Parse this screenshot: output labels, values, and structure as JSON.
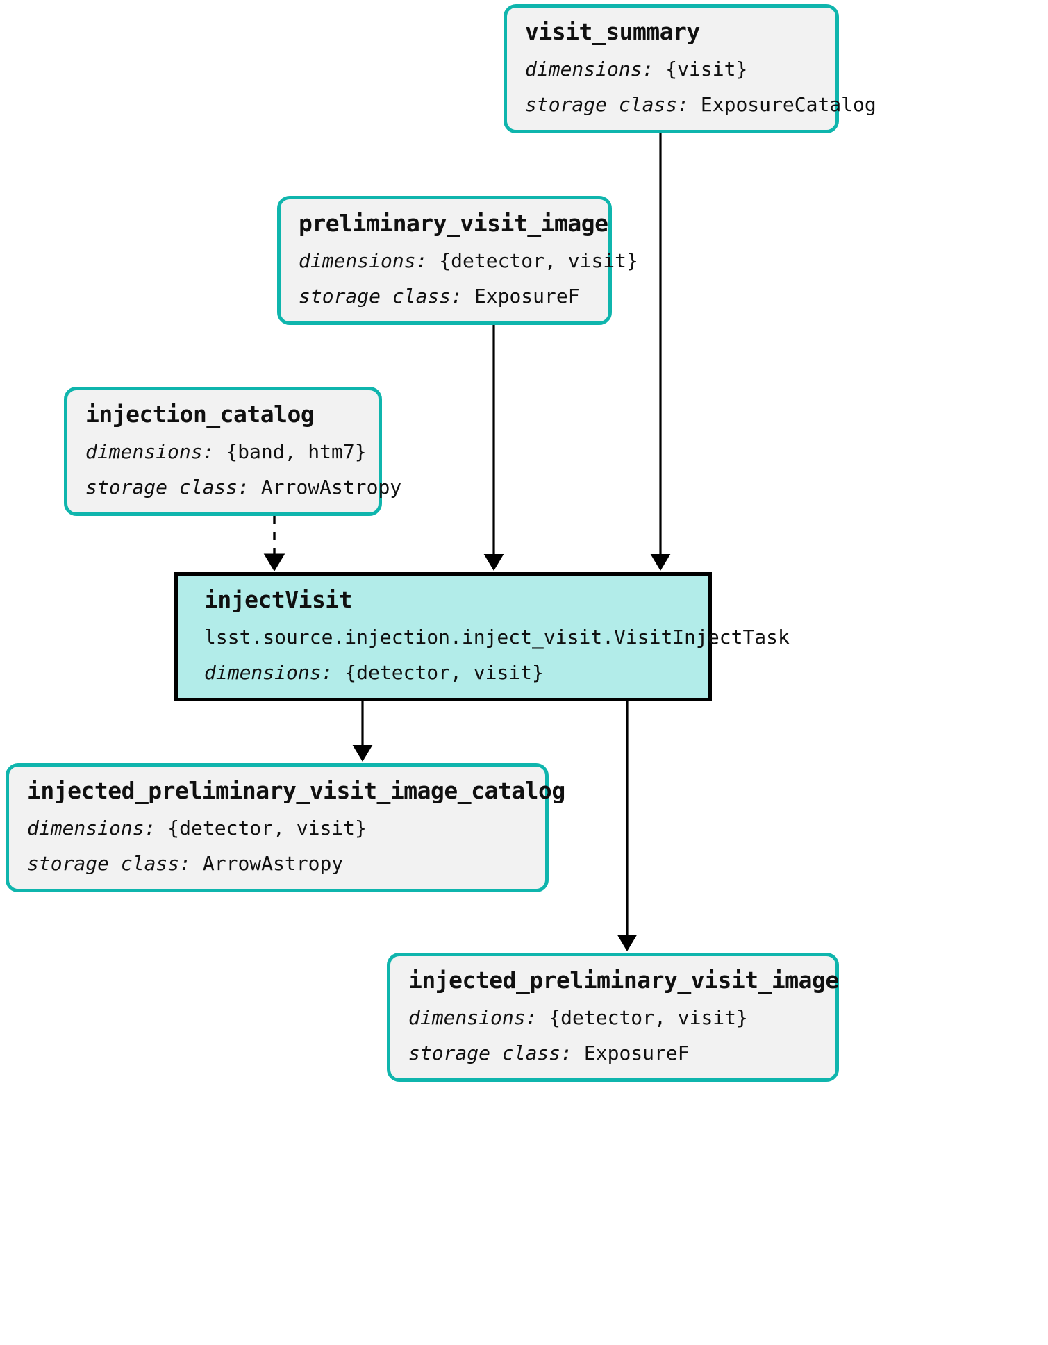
{
  "diagram": {
    "type": "pipeline-dag",
    "colors": {
      "dataset_border": "#0fb5ad",
      "dataset_fill": "#f2f2f2",
      "task_fill": "#b2ece9",
      "task_border": "#000000",
      "edge": "#000000",
      "background": "#ffffff"
    },
    "labels": {
      "dimensions_key": "dimensions:",
      "storage_class_key": "storage class:"
    },
    "nodes": [
      {
        "id": "visit_summary",
        "kind": "dataset",
        "title": "visit_summary",
        "dimensions": "{visit}",
        "storage_class": "ExposureCatalog"
      },
      {
        "id": "preliminary_visit_image",
        "kind": "dataset",
        "title": "preliminary_visit_image",
        "dimensions": "{detector, visit}",
        "storage_class": "ExposureF"
      },
      {
        "id": "injection_catalog",
        "kind": "dataset",
        "title": "injection_catalog",
        "dimensions": "{band, htm7}",
        "storage_class": "ArrowAstropy"
      },
      {
        "id": "injectVisit",
        "kind": "task",
        "title": "injectVisit",
        "task_path": "lsst.source.injection.inject_visit.VisitInjectTask",
        "dimensions": "{detector, visit}"
      },
      {
        "id": "injected_preliminary_visit_image_catalog",
        "kind": "dataset",
        "title": "injected_preliminary_visit_image_catalog",
        "dimensions": "{detector, visit}",
        "storage_class": "ArrowAstropy"
      },
      {
        "id": "injected_preliminary_visit_image",
        "kind": "dataset",
        "title": "injected_preliminary_visit_image",
        "dimensions": "{detector, visit}",
        "storage_class": "ExposureF"
      }
    ],
    "edges": [
      {
        "from": "visit_summary",
        "to": "injectVisit",
        "style": "solid"
      },
      {
        "from": "preliminary_visit_image",
        "to": "injectVisit",
        "style": "solid"
      },
      {
        "from": "injection_catalog",
        "to": "injectVisit",
        "style": "dashed"
      },
      {
        "from": "injectVisit",
        "to": "injected_preliminary_visit_image_catalog",
        "style": "solid"
      },
      {
        "from": "injectVisit",
        "to": "injected_preliminary_visit_image",
        "style": "solid"
      }
    ]
  }
}
